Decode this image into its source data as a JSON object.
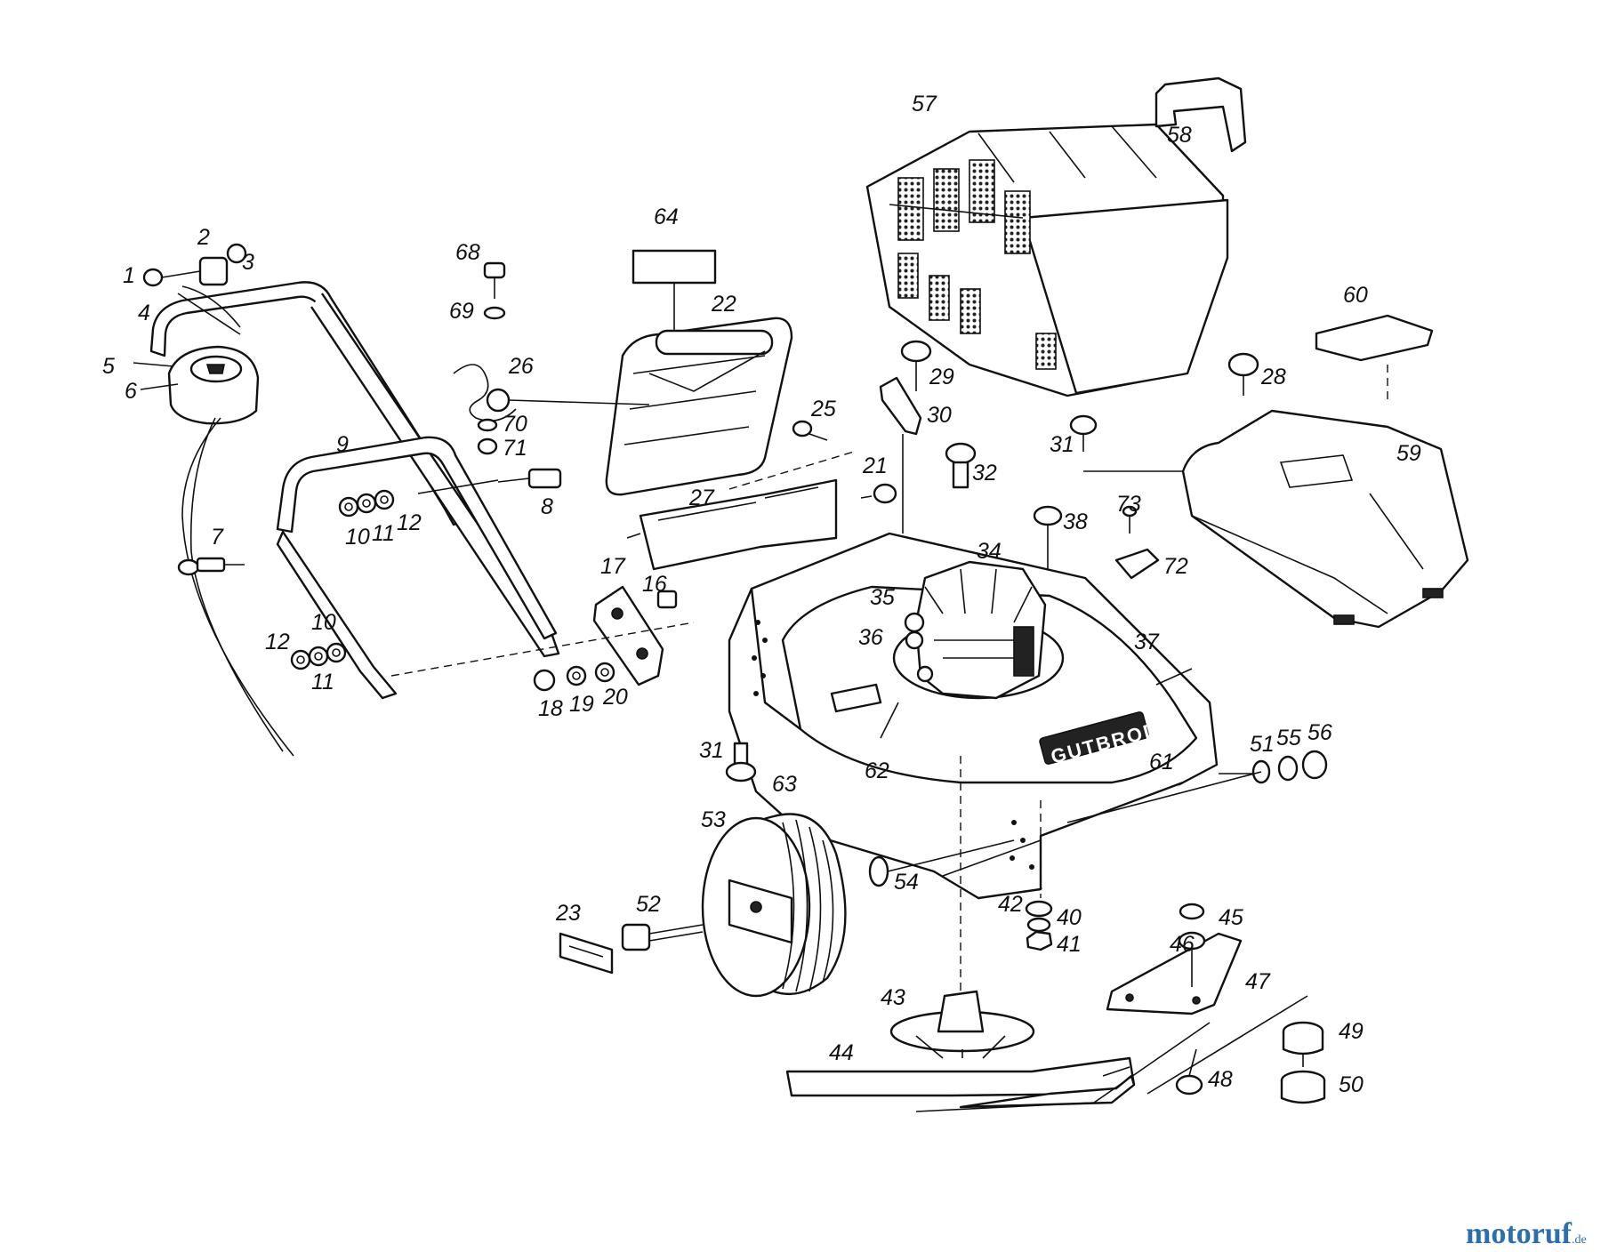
{
  "brand_text": "GUTBROD",
  "watermark": {
    "main": "motoruf",
    "suffix": ".de",
    "color_main": "#2b6fae",
    "color_accent": "#e2791c"
  },
  "labels": {
    "l1": "1",
    "l2": "2",
    "l3": "3",
    "l4": "4",
    "l5": "5",
    "l6": "6",
    "l7": "7",
    "l8": "8",
    "l9": "9",
    "l10a": "10",
    "l11a": "11",
    "l12a": "12",
    "l10b": "10",
    "l11b": "11",
    "l12b": "12",
    "l16": "16",
    "l17": "17",
    "l18": "18",
    "l19": "19",
    "l20": "20",
    "l21": "21",
    "l22": "22",
    "l23": "23",
    "l25": "25",
    "l26": "26",
    "l27": "27",
    "l28": "28",
    "l29": "29",
    "l30": "30",
    "l31a": "31",
    "l31b": "31",
    "l32": "32",
    "l34": "34",
    "l35": "35",
    "l36": "36",
    "l37": "37",
    "l38": "38",
    "l40": "40",
    "l41": "41",
    "l42": "42",
    "l43": "43",
    "l44": "44",
    "l45": "45",
    "l46": "46",
    "l47": "47",
    "l48": "48",
    "l49": "49",
    "l50": "50",
    "l51": "51",
    "l52": "52",
    "l53": "53",
    "l54": "54",
    "l55": "55",
    "l56": "56",
    "l57": "57",
    "l58": "58",
    "l59": "59",
    "l60": "60",
    "l61": "61",
    "l62": "62",
    "l63": "63",
    "l64": "64",
    "l68": "68",
    "l69": "69",
    "l70": "70",
    "l71": "71",
    "l72": "72",
    "l73": "73"
  }
}
